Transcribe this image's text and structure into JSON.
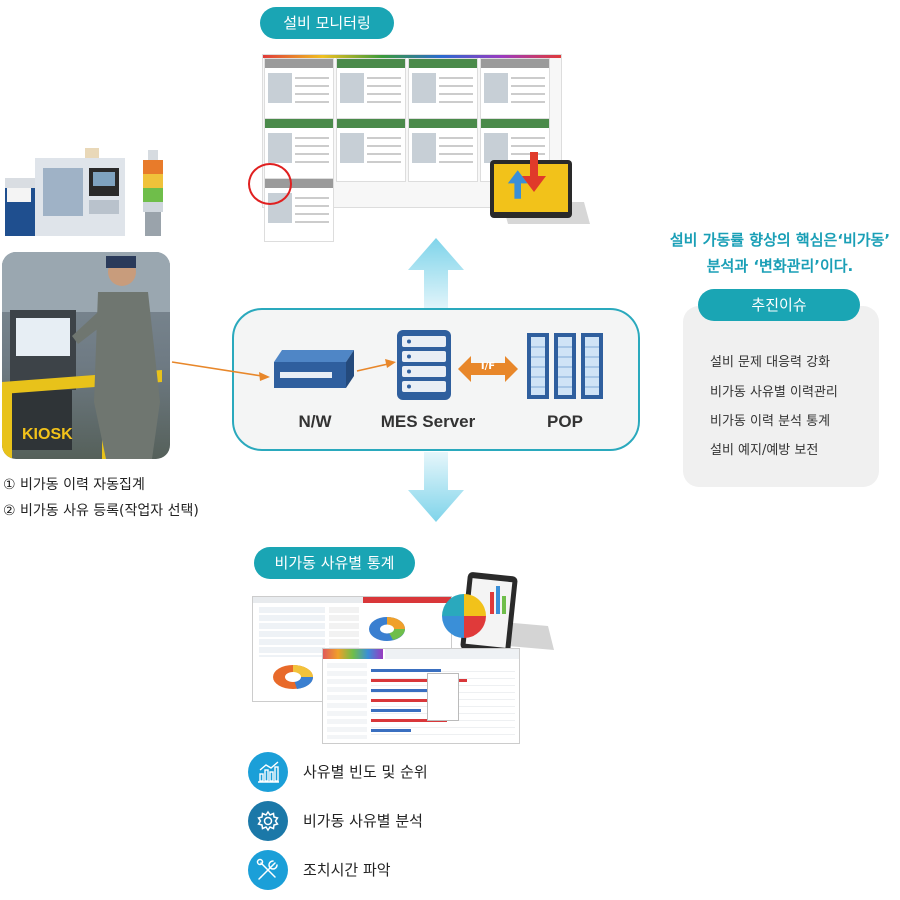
{
  "monitoring": {
    "title": "설비 모니터링"
  },
  "stats": {
    "title": "비가동 사유별 통계"
  },
  "kiosk": {
    "label": "KIOSK",
    "notes": [
      "① 비가동 이력 자동집계",
      "② 비가동 사유 등록(작업자 선택)"
    ]
  },
  "hub": {
    "nw": "N/W",
    "server": "MES Server",
    "pop": "POP",
    "interface": "I/F"
  },
  "headline": {
    "line1": "설비 가동률 향상의 핵심은‘비가동’",
    "line2": "분석과 ‘변화관리’이다."
  },
  "issues": {
    "title": "추진이슈",
    "items": [
      "설비 문제 대응력 강화",
      "비가동 사유별 이력관리",
      "비가동 이력 분석 통계",
      "설비 예지/예방 보전"
    ]
  },
  "features": [
    {
      "label": "사유별 빈도 및 순위",
      "icon": "chart-icon"
    },
    {
      "label": "비가동 사유별 분석",
      "icon": "gear-icon"
    },
    {
      "label": "조치시간 파악",
      "icon": "tools-icon"
    }
  ],
  "colors": {
    "accent": "#1aa5b4",
    "headline": "#1a9fb6",
    "feature": "#1b9fd8",
    "arrow": "#e8872a"
  }
}
